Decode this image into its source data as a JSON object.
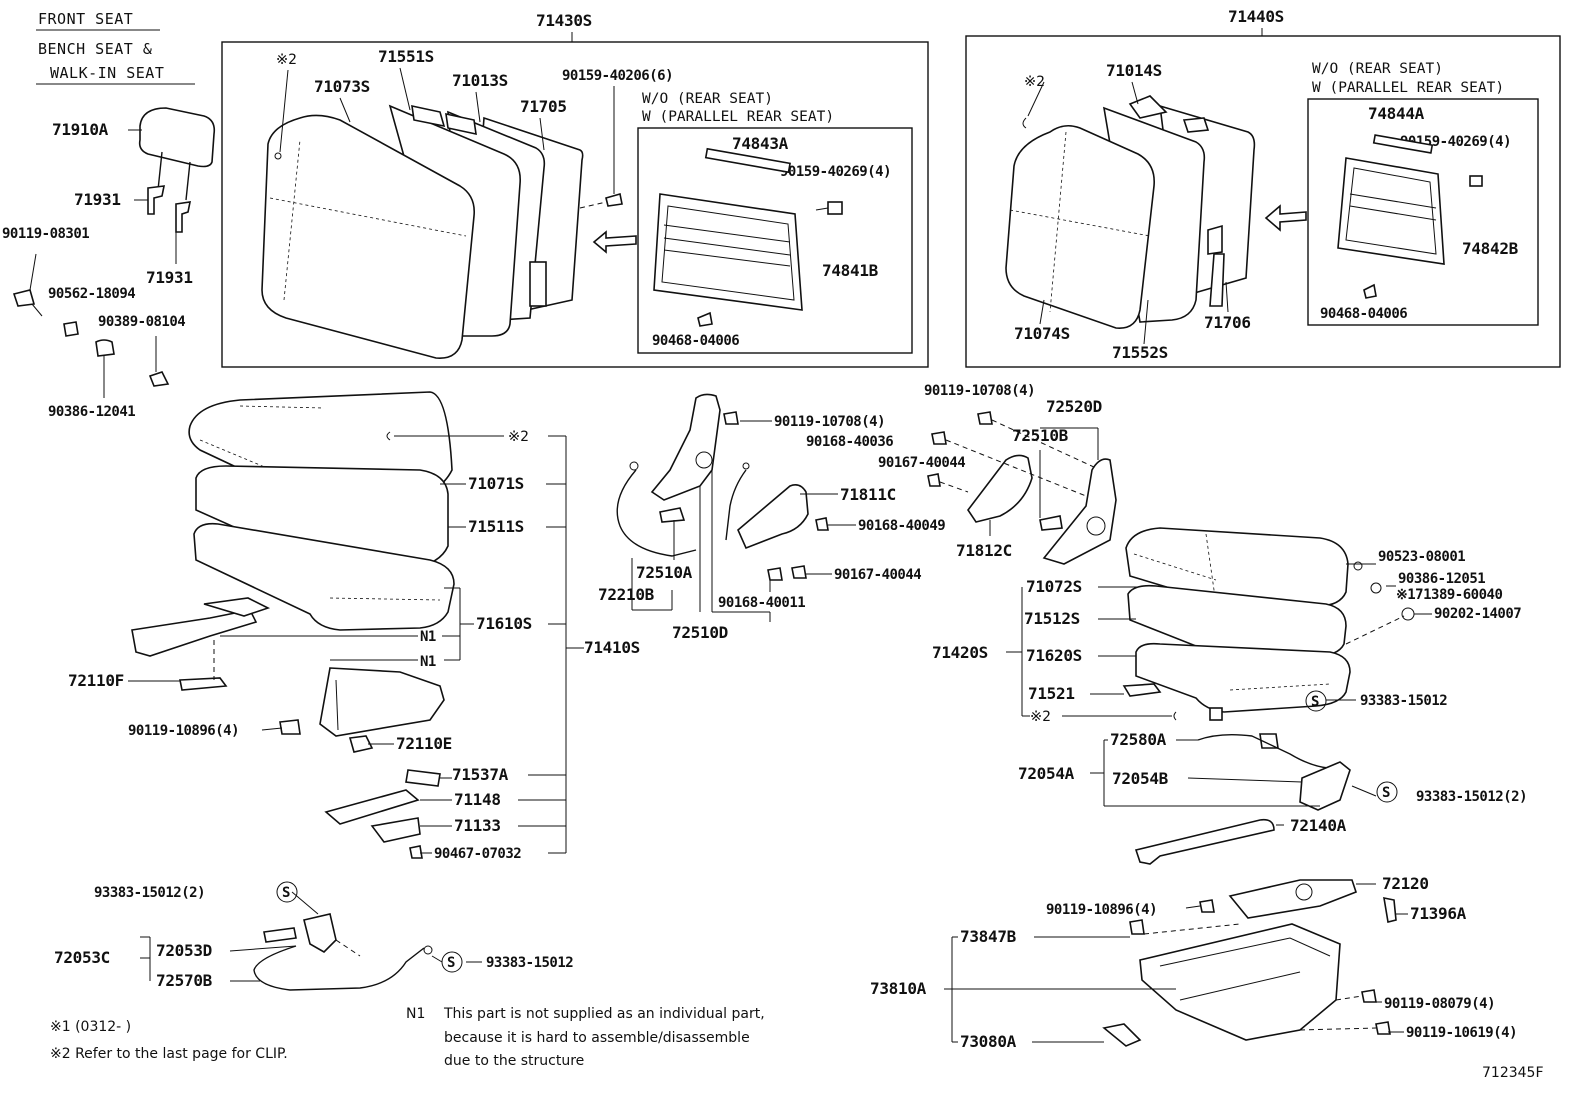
{
  "header": {
    "front_seat": "FRONT SEAT",
    "bench_seat": "BENCH SEAT &",
    "walk_in_seat": "WALK-IN SEAT"
  },
  "groups": {
    "left_back": "71430S",
    "right_back": "71440S",
    "seat_cushion_left": "71410S",
    "seat_cushion_right": "71420S"
  },
  "inset_left": {
    "line1": "W/O (REAR SEAT)",
    "line2": "W (PARALLEL REAR SEAT)",
    "parts": [
      "74843A",
      "90159-40269(4)",
      "74841B",
      "90468-04006"
    ]
  },
  "inset_right": {
    "line1": "W/O (REAR SEAT)",
    "line2": "W (PARALLEL REAR SEAT)",
    "parts": [
      "74844A",
      "90159-40269(4)",
      "74842B",
      "90468-04006"
    ]
  },
  "parts": {
    "p71910A": "71910A",
    "p71931a": "71931",
    "p71931b": "71931",
    "p90119_08301": "90119-08301",
    "p90562_18094": "90562-18094",
    "p90389_08104": "90389-08104",
    "p90386_12041": "90386-12041",
    "p71073S": "71073S",
    "p71551S": "71551S",
    "p71013S": "71013S",
    "p71705": "71705",
    "p90159_40206": "90159-40206(6)",
    "p71014S": "71014S",
    "p71074S": "71074S",
    "p71552S": "71552S",
    "p71706": "71706",
    "p71071S": "71071S",
    "p71511S": "71511S",
    "p71610S": "71610S",
    "p72110F": "72110F",
    "p90119_10896a": "90119-10896(4)",
    "p72110E": "72110E",
    "p71537A": "71537A",
    "p71148": "71148",
    "p71133": "71133",
    "p90467_07032": "90467-07032",
    "p72510A": "72510A",
    "p72210B": "72210B",
    "p72510D": "72510D",
    "p90168_40011": "90168-40011",
    "p90119_10708a": "90119-10708(4)",
    "p90168_40036": "90168-40036",
    "p90167_40044a": "90167-40044",
    "p71811C": "71811C",
    "p90168_40049": "90168-40049",
    "p90167_40044b": "90167-40044",
    "p90119_10708b": "90119-10708(4)",
    "p72520D": "72520D",
    "p72510B": "72510B",
    "p71812C": "71812C",
    "p90523_08001": "90523-08001",
    "p90386_12051": "90386-12051",
    "p171389_60040": "※171389-60040",
    "p90202_14007": "90202-14007",
    "p71072S": "71072S",
    "p71512S": "71512S",
    "p71620S": "71620S",
    "p71521": "71521",
    "p93383_15012a": "93383-15012",
    "p72580A": "72580A",
    "p72054A": "72054A",
    "p72054B": "72054B",
    "p93383_15012b": "93383-15012(2)",
    "p72140A": "72140A",
    "p72120": "72120",
    "p90119_10896b": "90119-10896(4)",
    "p71396A": "71396A",
    "p73847B": "73847B",
    "p73810A": "73810A",
    "p90119_08079": "90119-08079(4)",
    "p73080A": "73080A",
    "p90119_10619": "90119-10619(4)",
    "p93383_15012c": "93383-15012(2)",
    "p72053C": "72053C",
    "p72053D": "72053D",
    "p72570B": "72570B",
    "p93383_15012d": "93383-15012"
  },
  "marks": {
    "n1": "N1",
    "x2": "※2",
    "s": "S"
  },
  "notes": {
    "note1": "※1  (0312-    )",
    "note2": "※2  Refer to the last page for CLIP.",
    "n1_label": "N1",
    "n1_line1": "This part is not supplied as an individual part,",
    "n1_line2": "because it is hard to assemble/disassemble",
    "n1_line3": "due to the structure"
  },
  "figure_id": "712345F"
}
